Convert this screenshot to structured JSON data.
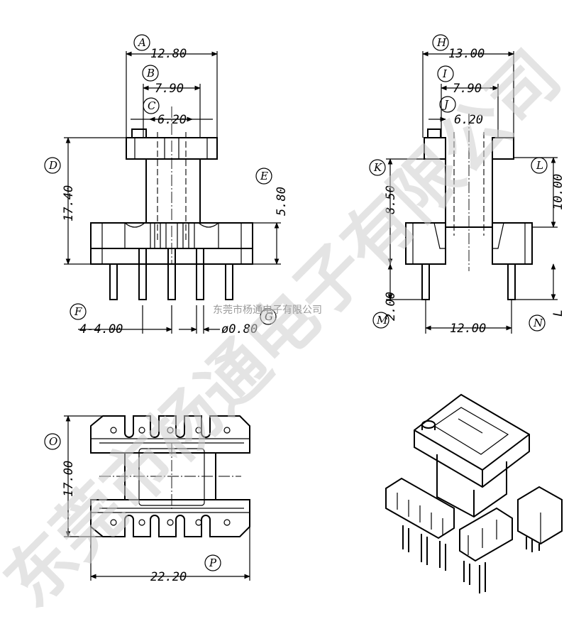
{
  "labels": {
    "A": "A",
    "B": "B",
    "C": "C",
    "D": "D",
    "E": "E",
    "F": "F",
    "G": "G",
    "H": "H",
    "I": "I",
    "J": "J",
    "K": "K",
    "L": "L",
    "M": "M",
    "N": "N",
    "O": "O",
    "P": "P"
  },
  "dimensions": {
    "front_total_width": "12.80",
    "front_inner_width": "7.90",
    "front_core_width": "6.20",
    "front_total_height": "17.40",
    "front_flange_height": "5.80",
    "front_pin_pitch": "4-4.00",
    "front_pin_diameter": "ø0.80",
    "side_total_width": "13.00",
    "side_inner_width": "7.90",
    "side_core_width": "6.20",
    "side_upper_height": "8.50",
    "side_lower_height": "10.00",
    "side_standoff": "2.00",
    "side_pin_row": "12.00",
    "side_pin_length": "L",
    "bottom_depth": "17.00",
    "bottom_width": "22.20"
  },
  "watermark": {
    "large": "东莞市杨通电子有限公司",
    "small": "东莞市杨通电子有限公司"
  },
  "icons": [
    "circled-letter-label",
    "dimension-arrow",
    "pin"
  ]
}
